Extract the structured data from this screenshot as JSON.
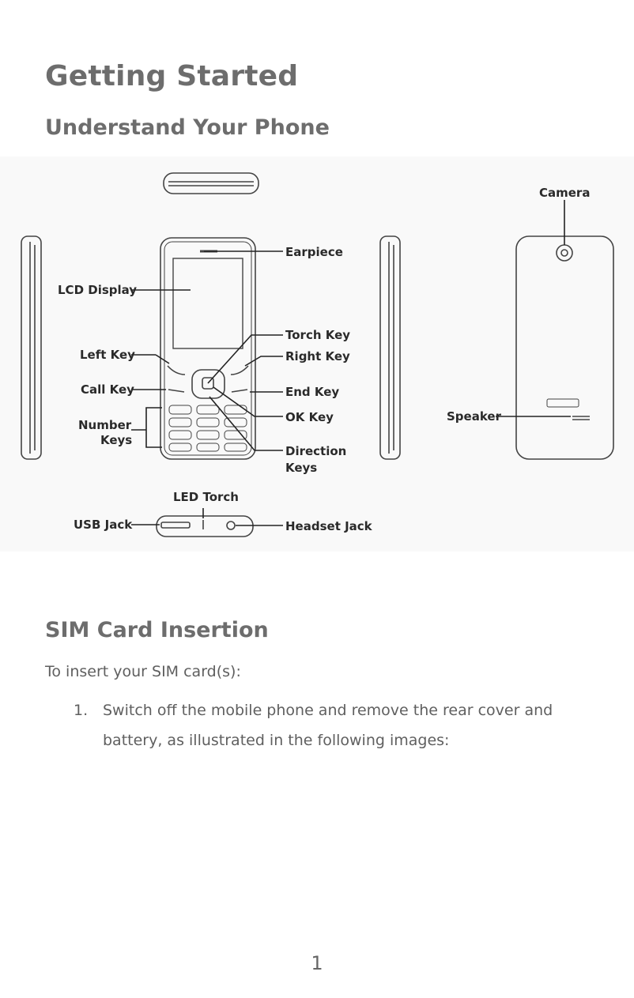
{
  "page": {
    "title": "Getting Started",
    "subtitle": "Understand Your Phone",
    "section_heading": "SIM Card Insertion",
    "intro": "To insert your SIM card(s):",
    "steps": [
      {
        "number": "1.",
        "text": "Switch off the mobile phone and remove the rear cover and battery, as illustrated in the following images:"
      }
    ],
    "page_number": "1"
  },
  "figure": {
    "labels": {
      "camera": "Camera",
      "earpiece": "Earpiece",
      "lcd_display": "LCD Display",
      "torch_key": "Torch Key",
      "left_key": "Left Key",
      "right_key": "Right Key",
      "call_key": "Call Key",
      "end_key": "End Key",
      "ok_key": "OK Key",
      "number_keys_1": "Number",
      "number_keys_2": "Keys",
      "direction_keys_1": "Direction",
      "direction_keys_2": "Keys",
      "speaker": "Speaker",
      "led_torch": "LED Torch",
      "usb_jack": "USB Jack",
      "headset_jack": "Headset Jack"
    }
  }
}
